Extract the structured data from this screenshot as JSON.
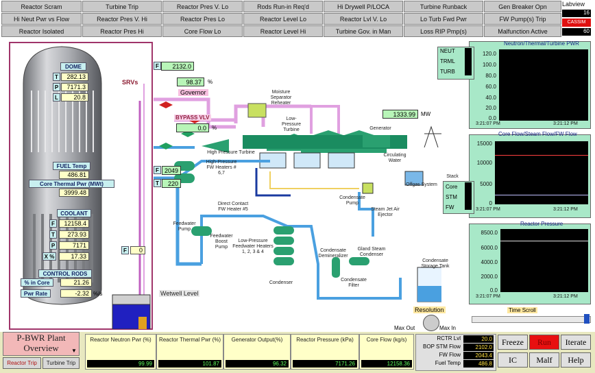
{
  "alarms": [
    [
      "Reactor Scram",
      "Turbine Trip",
      "Reactor Pres V. Lo",
      "Rods Run-in Req'd",
      "Hi Drywell P/LOCA",
      "Turbine Runback",
      "Gen Breaker Opn"
    ],
    [
      "Hi Neut Pwr vs Flow",
      "Reactor Pres V. Hi",
      "Reactor Pres Lo",
      "Reactor Level Lo",
      "Reactor Lvl V. Lo",
      "Lo Turb Fwd Pwr",
      "FW Pump(s) Trip"
    ],
    [
      "Reactor Isolated",
      "Reactor Pres Hi",
      "Core Flow Lo",
      "Reactor Level Hi",
      "Turbine Gov. in Man",
      "Loss RIP Pmp(s)",
      "Malfunction Active"
    ]
  ],
  "labview": {
    "title": "Labview",
    "v1": "16",
    "casesim": "CASSIM",
    "v2": "60"
  },
  "reactor": {
    "dome_label": "DOME",
    "dome_T": "282.13",
    "dome_P": "7171.3",
    "dome_L": "20.8",
    "letters": {
      "T": "T",
      "P": "P",
      "L": "L",
      "F": "F",
      "X": "X %"
    },
    "fuel_temp_label": "FUEL Temp",
    "fuel_temp": "486.81",
    "core_power_label": "Core Thermal Pwr (MWt)",
    "core_power": "3999.48",
    "coolant_label": "COOLANT",
    "cool_F": "12158.4",
    "cool_T": "273.93",
    "cool_P": "7171",
    "cool_X": "17.33",
    "rods_label": "CONTROL RODS",
    "pct_core_label": "% in Core",
    "pct_core": "21.26",
    "pwr_rate_label": "Pwr Rate",
    "pwr_rate": "-2.32",
    "pwr_rate_unit": "%/s",
    "F_letter": "F",
    "F_val": "0",
    "wetwell": "Wetwell Level",
    "srvs": "SRVs"
  },
  "plant": {
    "steam_F": "2132.0",
    "steam_F_letter": "F",
    "gov_pct": "98.37",
    "gov_unit": "%",
    "governor": "Governor",
    "bypass": "BYPASS VLV",
    "bypass_pct": "0.0",
    "bypass_unit": "%",
    "fw_F_letter": "F",
    "fw_F": "2049",
    "fw_T_letter": "T",
    "fw_T": "220",
    "mw": "1333.99",
    "mw_unit": "MW",
    "moisture": "Moisture Separator Reheater",
    "lp_turbine": "Low-Pressure Turbine",
    "hp_turbine": "High Pressure Turbine",
    "generator": "Generator",
    "circ_water": "Circulating Water",
    "hp_fw": "High-Pressure FW Heaters # 6,7",
    "dc_fw": "Direct Contact FW Heater #5",
    "fw_pump": "Feedwater Pump",
    "boost": "Feedwater Boost Pump",
    "lp_fw": "Low-Pressure Feedwater Heaters 1, 2, 3 & 4",
    "condenser": "Condenser",
    "cond_pump": "Condensate Pump",
    "sj_ejector": "Steam Jet Air Ejector",
    "offgas": "Offgas System",
    "stack": "Stack",
    "cond_demin": "Condensate Demineralizer",
    "gland": "Gland Steam Condenser",
    "cond_filter": "Condensate Filter",
    "storage": "Condensate Storage Tank"
  },
  "trend1": {
    "title": "Neutron/Thermal/Turbine PWR",
    "legend": [
      "NEUT",
      "TRML",
      "TURB"
    ],
    "ticks": [
      "120.0",
      "100.0",
      "80.0",
      "60.0",
      "40.0",
      "20.0",
      "0.0"
    ],
    "t0": "3:21:07 PM",
    "t1": "3:21:12 PM"
  },
  "trend2": {
    "title": "Core Flow/Steam Flow/FW Flow",
    "legend": [
      "Core",
      "STM",
      "FW"
    ],
    "ticks": [
      "15000",
      "10000",
      "5000",
      "0"
    ],
    "t0": "3:21:07 PM",
    "t1": "3:21:12 PM"
  },
  "trend3": {
    "title": "Reactor Pressure",
    "ticks": [
      "8500.0",
      "6000.0",
      "4000.0",
      "2000.0",
      "0.0"
    ],
    "t0": "3:21:07 PM",
    "t1": "3:21:12 PM"
  },
  "resolution": {
    "label": "Resolution",
    "max_out": "Max Out",
    "max_in": "Max In"
  },
  "time_scroll": "Time Scroll",
  "bottom": {
    "page_title": "P-BWR Plant Overview",
    "reactor_trip": "Reactor Trip",
    "turbine_trip": "Turbine Trip",
    "meters": [
      {
        "label": "Reactor Neutron Pwr (%)",
        "value": "99.99"
      },
      {
        "label": "Reactor Thermal Pwr (%)",
        "value": "101.87"
      },
      {
        "label": "Generator Output(%)",
        "value": "96.32"
      },
      {
        "label": "Reactor Pressure (kPa)",
        "value": "7171.26"
      },
      {
        "label": "Core Flow (kg/s)",
        "value": "12158.36"
      }
    ],
    "right_meters": [
      {
        "label": "RCTR Lvl",
        "value": "20.0"
      },
      {
        "label": "BOP STM Flow",
        "value": "2102.0"
      },
      {
        "label": "FW Flow",
        "value": "2043.4"
      },
      {
        "label": "Fuel Temp",
        "value": "486.8"
      }
    ],
    "controls": [
      "Freeze",
      "Run",
      "Iterate",
      "IC",
      "Malf",
      "Help"
    ]
  }
}
